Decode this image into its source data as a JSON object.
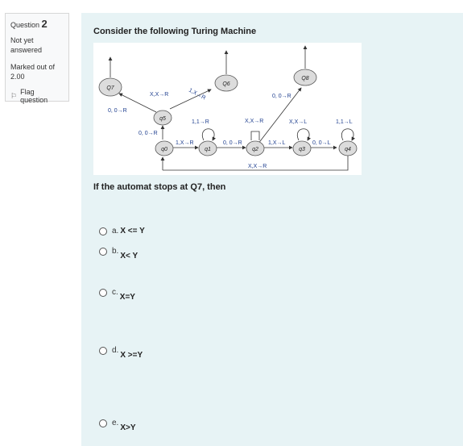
{
  "info": {
    "question_label": "Question",
    "question_number": "2",
    "status_line1": "Not yet",
    "status_line2": "answered",
    "marked_line1": "Marked out of",
    "marked_line2": "2.00",
    "flag_label": "Flag question"
  },
  "question": {
    "text": "Consider the following Turing Machine",
    "subquestion": "If the automat stops at Q7, then"
  },
  "diagram": {
    "states": [
      "Q7",
      "Q6",
      "Q8",
      "q5",
      "q0",
      "q1",
      "q2",
      "q3",
      "q4"
    ],
    "labels": {
      "q5_q7": "0, 0→R",
      "q5_q6": "X,X→R",
      "q5_q6_1": "1,X→R",
      "q2_q8": "0, 0→R",
      "q1_loop": "1,1→R",
      "q2_loop": "X,X→R",
      "q3_loop": "X,X→L",
      "q4_loop": "1,1→L",
      "q0_q5": "0, 0→R",
      "q0_q1": "1,X→R",
      "q1_q2": "0, 0→R",
      "q2_q3": "1,X→L",
      "q3_q4": "0, 0→L",
      "q4_q0": "X,X→R"
    }
  },
  "options": [
    {
      "letter": "a.",
      "value": "X <= Y"
    },
    {
      "letter": "b.",
      "value": "X< Y"
    },
    {
      "letter": "c.",
      "value": "X=Y"
    },
    {
      "letter": "d.",
      "value": "X >=Y"
    },
    {
      "letter": "e.",
      "value": "X>Y"
    }
  ],
  "colors": {
    "panel": "#e7f3f5",
    "info_bg": "#f8f9fa",
    "state_fill": "#dcdcdc",
    "arrow": "#333333",
    "label": "#1f3f8f"
  }
}
